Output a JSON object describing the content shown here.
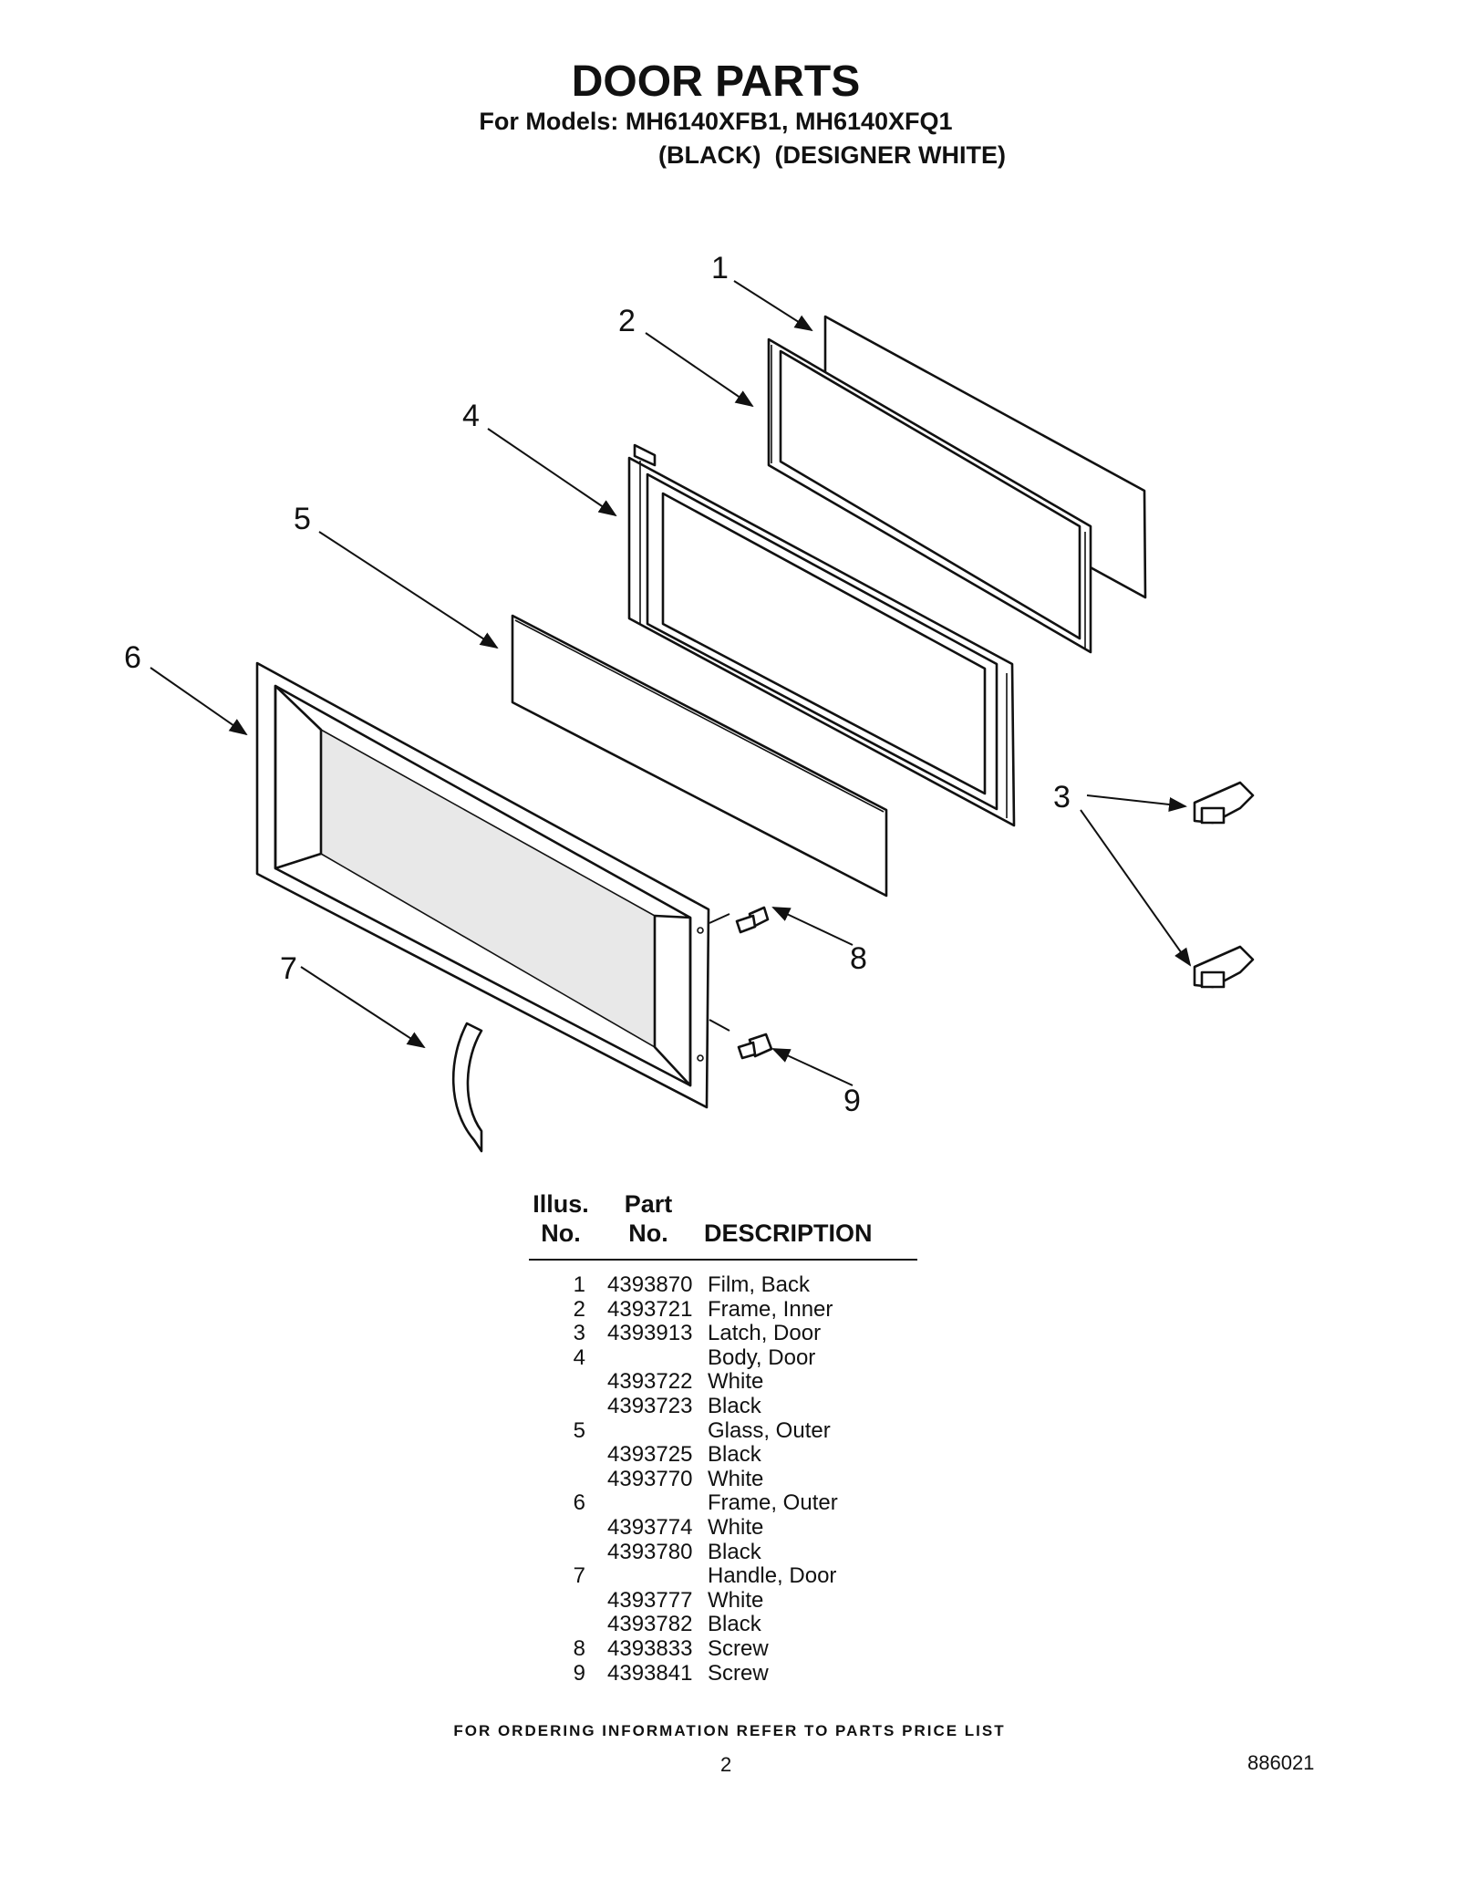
{
  "header": {
    "title": "DOOR PARTS",
    "models_line": "For Models: MH6140XFB1, MH6140XFQ1",
    "colors_line": "(BLACK)  (DESIGNER WHITE)"
  },
  "callouts": [
    "1",
    "2",
    "3",
    "4",
    "5",
    "6",
    "7",
    "8",
    "9"
  ],
  "table": {
    "headers": {
      "illus": "Illus.",
      "illus_no": "No.",
      "part": "Part",
      "part_no": "No.",
      "description": "DESCRIPTION"
    },
    "rows": [
      {
        "illus": "1",
        "part": "4393870",
        "desc": "Film, Back"
      },
      {
        "illus": "2",
        "part": "4393721",
        "desc": "Frame, Inner"
      },
      {
        "illus": "3",
        "part": "4393913",
        "desc": "Latch, Door"
      },
      {
        "illus": "4",
        "part": "",
        "desc": "Body, Door"
      },
      {
        "illus": "",
        "part": "4393722",
        "desc": "White"
      },
      {
        "illus": "",
        "part": "4393723",
        "desc": "Black"
      },
      {
        "illus": "5",
        "part": "",
        "desc": "Glass, Outer"
      },
      {
        "illus": "",
        "part": "4393725",
        "desc": "Black"
      },
      {
        "illus": "",
        "part": "4393770",
        "desc": "White"
      },
      {
        "illus": "6",
        "part": "",
        "desc": "Frame, Outer"
      },
      {
        "illus": "",
        "part": "4393774",
        "desc": "White"
      },
      {
        "illus": "",
        "part": "4393780",
        "desc": "Black"
      },
      {
        "illus": "7",
        "part": "",
        "desc": "Handle, Door"
      },
      {
        "illus": "",
        "part": "4393777",
        "desc": "White"
      },
      {
        "illus": "",
        "part": "4393782",
        "desc": "Black"
      },
      {
        "illus": "8",
        "part": "4393833",
        "desc": "Screw"
      },
      {
        "illus": "9",
        "part": "4393841",
        "desc": "Screw"
      }
    ]
  },
  "footer": {
    "note": "FOR ORDERING INFORMATION REFER TO PARTS PRICE LIST",
    "page_number": "2",
    "doc_number": "886021"
  }
}
